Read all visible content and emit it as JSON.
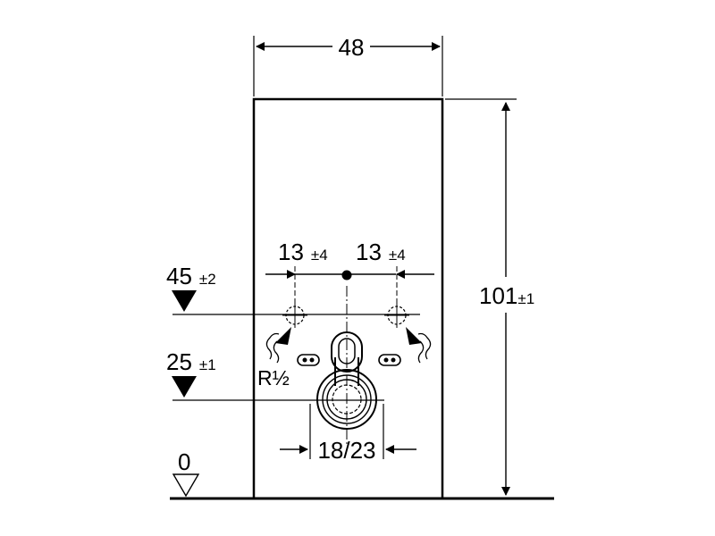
{
  "dimensions": {
    "width": "48",
    "height_value": "101",
    "height_tolerance": "±1",
    "left_offset_value": "13",
    "left_offset_tolerance": "±4",
    "right_offset_value": "13",
    "right_offset_tolerance": "±4",
    "level_upper_value": "45",
    "level_upper_tolerance": "±2",
    "level_lower_value": "25",
    "level_lower_tolerance": "±1",
    "level_zero": "0",
    "pipe_label": "R½",
    "drain_label": "18/23"
  },
  "colors": {
    "line": "#000000",
    "background": "#ffffff"
  }
}
